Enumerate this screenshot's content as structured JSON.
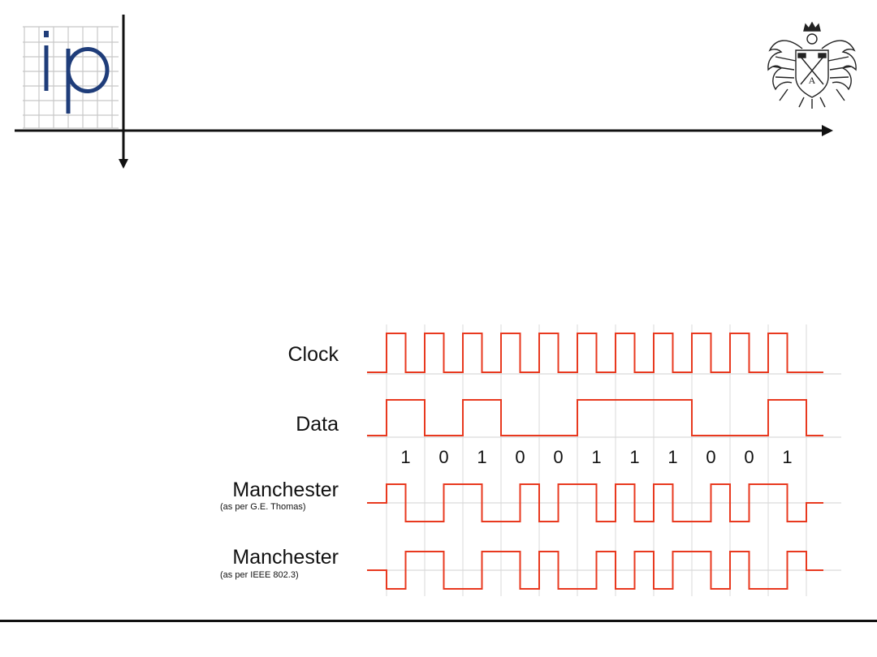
{
  "header": {
    "logo_letters": "ip",
    "logo_color": "#1f3d7a",
    "crest_name": "university-crest"
  },
  "diagram": {
    "signal_color": "#e8391f",
    "grid_color": "#d9d9d9",
    "bits": [
      "1",
      "0",
      "1",
      "0",
      "0",
      "1",
      "1",
      "1",
      "0",
      "0",
      "1"
    ],
    "rows": [
      {
        "label": "Clock",
        "sublabel": ""
      },
      {
        "label": "Data",
        "sublabel": ""
      },
      {
        "label": "Manchester",
        "sublabel": "(as per G.E. Thomas)"
      },
      {
        "label": "Manchester",
        "sublabel": "(as per IEEE 802.3)"
      }
    ]
  }
}
